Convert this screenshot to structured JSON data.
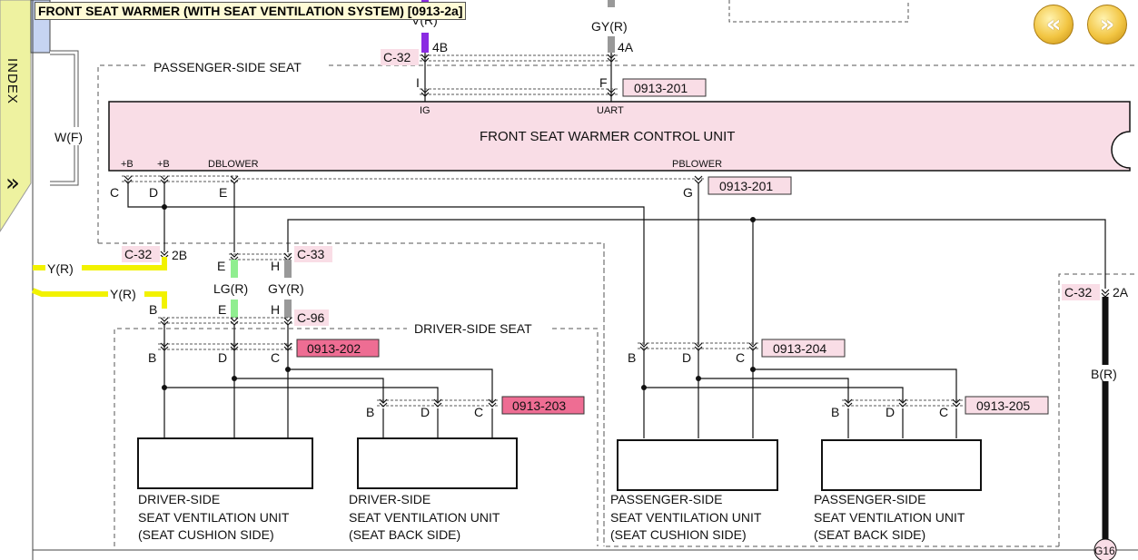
{
  "title": "FRONT SEAT WARMER (WITH SEAT VENTILATION SYSTEM) [0913-2a]",
  "sidebar": {
    "index_label": "INDEX",
    "forward_glyph": "»"
  },
  "nav": {
    "prev_glyph": "«",
    "next_glyph": "»"
  },
  "connectors": {
    "c32": "C-32",
    "c33": "C-33",
    "c96": "C-96",
    "ref_0913_201": "0913-201",
    "ref_0913_202": "0913-202",
    "ref_0913_203": "0913-203",
    "ref_0913_204": "0913-204",
    "ref_0913_205": "0913-205",
    "ground": "G16"
  },
  "regions": {
    "passenger_seat": "PASSENGER-SIDE SEAT",
    "driver_seat": "DRIVER-SIDE SEAT"
  },
  "control_unit": {
    "name": "FRONT SEAT WARMER CONTROL UNIT",
    "terminals": {
      "ig": "IG",
      "uart": "UART",
      "b1": "+B",
      "b2": "+B",
      "dblower": "DBLOWER",
      "pblower": "PBLOWER"
    }
  },
  "pins": {
    "I": "I",
    "F": "F",
    "C": "C",
    "D": "D",
    "E": "E",
    "G": "G",
    "H": "H",
    "B": "B",
    "p4A": "4A",
    "p4B": "4B",
    "p2A": "2A",
    "p2B": "2B"
  },
  "wires": {
    "v_r": "V(R)",
    "gy_r": "GY(R)",
    "w_f": "W(F)",
    "y_r": "Y(R)",
    "lg_r": "LG(R)",
    "b_r": "B(R)"
  },
  "units": [
    {
      "line1": "DRIVER-SIDE",
      "line2": "SEAT VENTILATION UNIT",
      "line3": "(SEAT CUSHION SIDE)"
    },
    {
      "line1": "DRIVER-SIDE",
      "line2": "SEAT VENTILATION UNIT",
      "line3": "(SEAT BACK SIDE)"
    },
    {
      "line1": "PASSENGER-SIDE",
      "line2": "SEAT VENTILATION UNIT",
      "line3": "(SEAT CUSHION SIDE)"
    },
    {
      "line1": "PASSENGER-SIDE",
      "line2": "SEAT VENTILATION UNIT",
      "line3": "(SEAT BACK SIDE)"
    }
  ],
  "colors": {
    "violet_wire": "#8a2be2",
    "gray_wire": "#999999",
    "yellow_wire": "#f2f200",
    "green_wire": "#90ee90",
    "black_wire": "#111111",
    "unit_fill": "#f9dde6",
    "ref_light": "#f9dde6",
    "ref_dark": "#ee6d93",
    "sidebar": "#eef2a0"
  }
}
